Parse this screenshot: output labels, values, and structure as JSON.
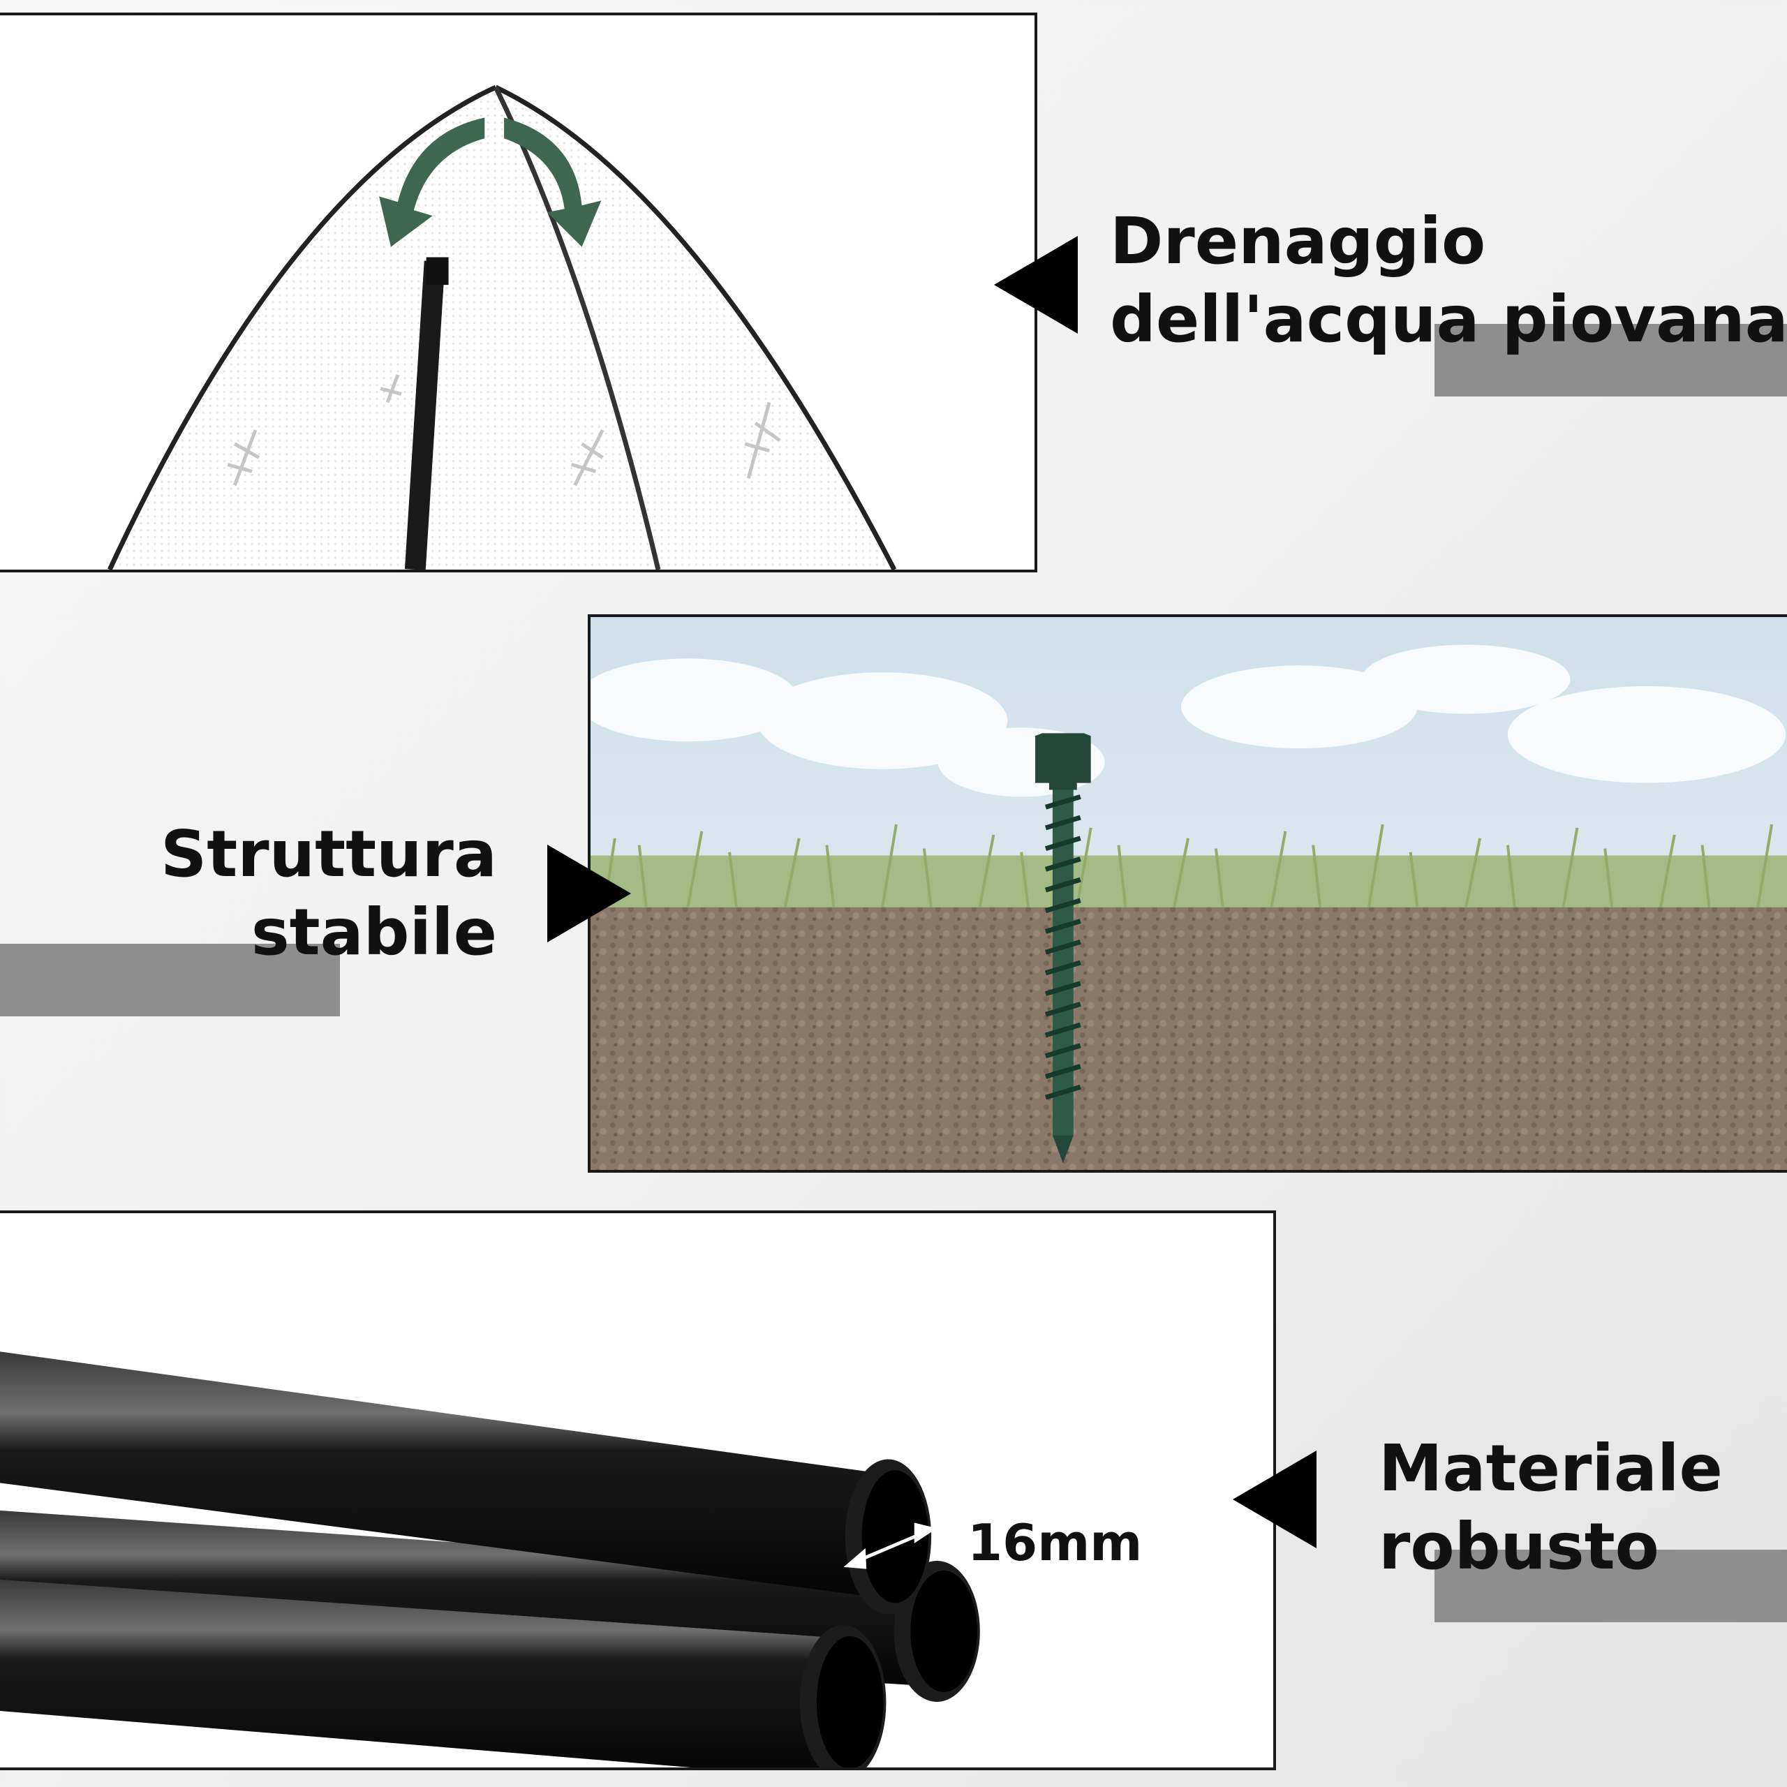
{
  "features": [
    {
      "id": "drainage",
      "lines": [
        "Drenaggio",
        "dell'acqua piovana"
      ]
    },
    {
      "id": "structure",
      "lines": [
        "Struttura",
        "stabile"
      ]
    },
    {
      "id": "material",
      "lines": [
        "Materiale",
        "robusto"
      ]
    }
  ],
  "pipe_dimension": "16mm",
  "colors": {
    "arrow_green": "#3e6650",
    "pointer": "#000000",
    "bar_gray": "#8e8e8e",
    "stake_green": "#23483a"
  },
  "icons": [
    "rain-drainage-arrows-icon",
    "ground-stake-icon",
    "pipe-diameter-arrow-icon"
  ]
}
